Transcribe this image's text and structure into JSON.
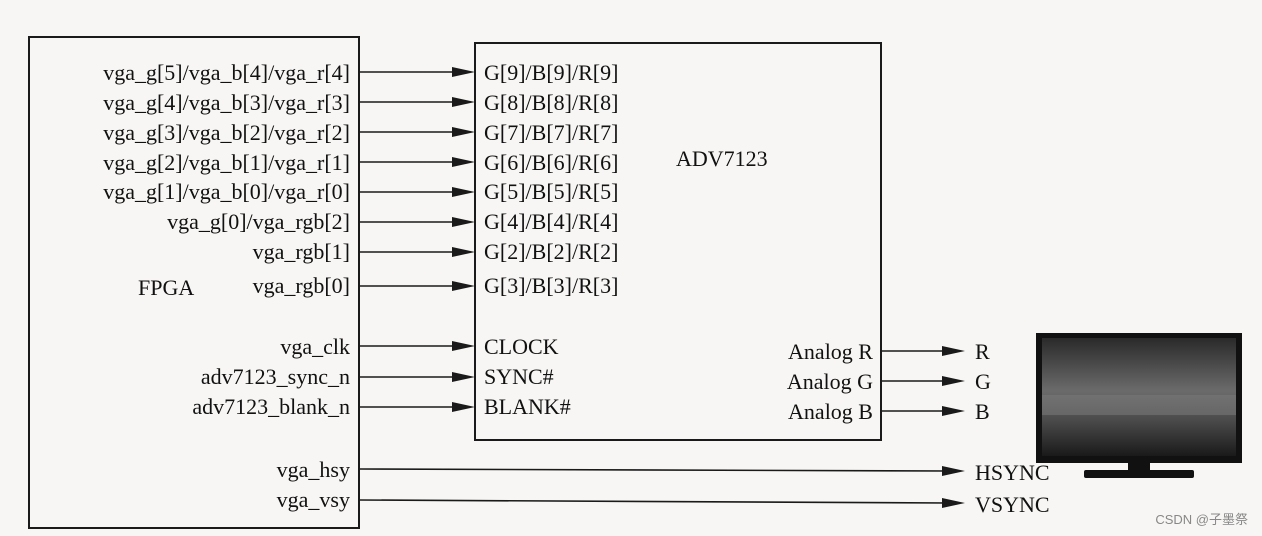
{
  "fpga": {
    "title": "FPGA",
    "signals": [
      "vga_g[5]/vga_b[4]/vga_r[4]",
      "vga_g[4]/vga_b[3]/vga_r[3]",
      "vga_g[3]/vga_b[2]/vga_r[2]",
      "vga_g[2]/vga_b[1]/vga_r[1]",
      "vga_g[1]/vga_b[0]/vga_r[0]",
      "vga_g[0]/vga_rgb[2]",
      "vga_rgb[1]",
      "vga_rgb[0]",
      "vga_clk",
      "adv7123_sync_n",
      "adv7123_blank_n",
      "vga_hsy",
      "vga_vsy"
    ]
  },
  "adv": {
    "title": "ADV7123",
    "inputs": [
      "G[9]/B[9]/R[9]",
      "G[8]/B[8]/R[8]",
      "G[7]/B[7]/R[7]",
      "G[6]/B[6]/R[6]",
      "G[5]/B[5]/R[5]",
      "G[4]/B[4]/R[4]",
      "G[2]/B[2]/R[2]",
      "G[3]/B[3]/R[3]",
      "CLOCK",
      "SYNC#",
      "BLANK#"
    ],
    "outputs": [
      "Analog R",
      "Analog G",
      "Analog B"
    ]
  },
  "monitor": {
    "inputs": [
      "R",
      "G",
      "B",
      "HSYNC",
      "VSYNC"
    ]
  },
  "watermark": "CSDN @子墨祭"
}
